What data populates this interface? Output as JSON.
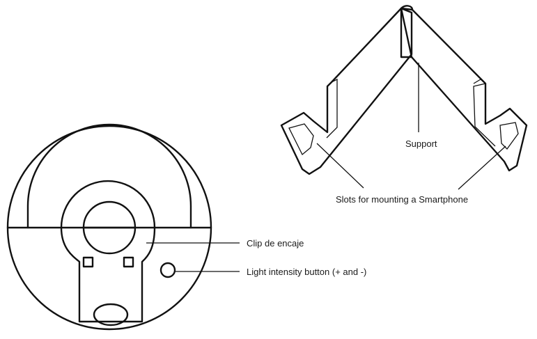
{
  "labels": {
    "support": "Support",
    "slots": "Slots for mounting a Smartphone",
    "clip": "Clip de encaje",
    "light_button": "Light intensity button (+ and -)"
  }
}
